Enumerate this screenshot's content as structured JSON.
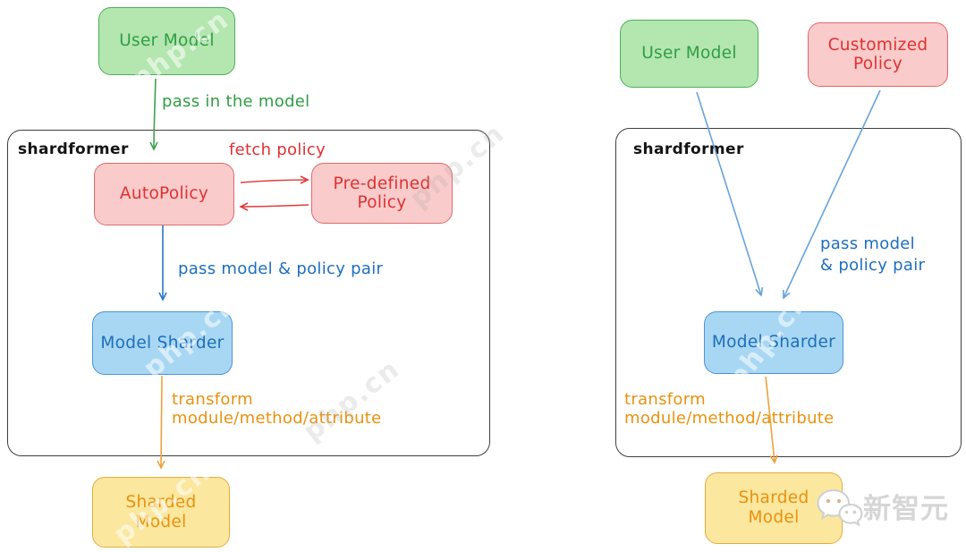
{
  "left_diagram": {
    "container_label": "shardformer",
    "nodes": {
      "user_model": "User Model",
      "auto_policy": "AutoPolicy",
      "predefined_policy": "Pre-defined Policy",
      "model_sharder": "Model Sharder",
      "sharded_model": "Sharded Model"
    },
    "labels": {
      "pass_in_model": "pass in the model",
      "fetch_policy": "fetch policy",
      "pass_pair": "pass model & policy pair",
      "transform_line1": "transform",
      "transform_line2": "module/method/attribute"
    }
  },
  "right_diagram": {
    "container_label": "shardformer",
    "nodes": {
      "user_model": "User Model",
      "customized_policy": "Customized Policy",
      "model_sharder": "Model Sharder",
      "sharded_model": "Sharded Model"
    },
    "labels": {
      "pass_pair_line1": "pass model",
      "pass_pair_line2": "& policy pair",
      "transform_line1": "transform",
      "transform_line2": "module/method/attribute"
    }
  },
  "watermark": {
    "brand": "新智元",
    "site": "php.cn"
  },
  "colors": {
    "green_fill": "#b4e6b0",
    "green_border": "#4fae59",
    "green_text": "#2f9e44",
    "pink_fill": "#f9cbcb",
    "pink_border": "#e06a6a",
    "red_text": "#e03131",
    "blue_fill": "#a8d7f3",
    "blue_border": "#4d94d6",
    "blue_text": "#1e6fbb",
    "yellow_fill": "#fbe79e",
    "yellow_border": "#e3ad41",
    "orange_text": "#e8920f",
    "green_arrow": "#3da14f",
    "red_arrow": "#e23b3b",
    "blue_arrow": "#2b77c9",
    "light_blue_arrow": "#68a3da",
    "orange_arrow": "#eda23c",
    "container_border": "#3e3e3e",
    "brand_gray": "#d6d6d6"
  }
}
